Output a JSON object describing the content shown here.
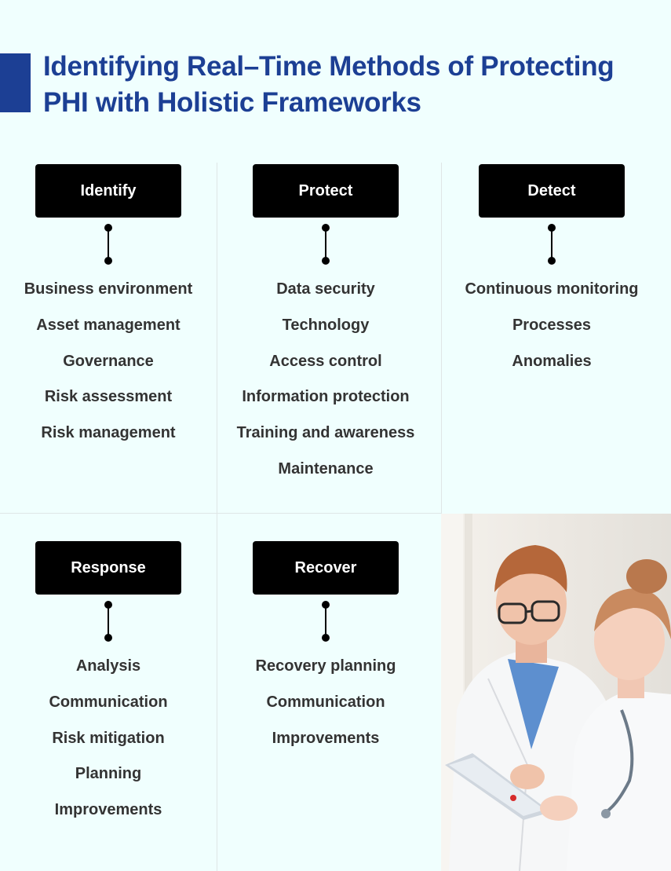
{
  "title": "Identifying Real–Time Methods of Protecting PHI with Holistic Frameworks",
  "sections": [
    {
      "heading": "Identify",
      "items": [
        "Business environment",
        "Asset management",
        "Governance",
        "Risk assessment",
        "Risk management"
      ]
    },
    {
      "heading": "Protect",
      "items": [
        "Data security",
        "Technology",
        "Access control",
        "Information protection",
        "Training and awareness",
        "Maintenance"
      ]
    },
    {
      "heading": "Detect",
      "items": [
        "Continuous monitoring",
        "Processes",
        "Anomalies"
      ]
    },
    {
      "heading": "Response",
      "items": [
        "Analysis",
        "Communication",
        "Risk mitigation",
        "Planning",
        "Improvements"
      ]
    },
    {
      "heading": "Recover",
      "items": [
        "Recovery planning",
        "Communication",
        "Improvements"
      ]
    }
  ],
  "colors": {
    "title": "#1c3f94",
    "accent_bar": "#1c3f94",
    "background": "#f0fffe",
    "heading_box": "#000000",
    "item_text": "#333333"
  }
}
